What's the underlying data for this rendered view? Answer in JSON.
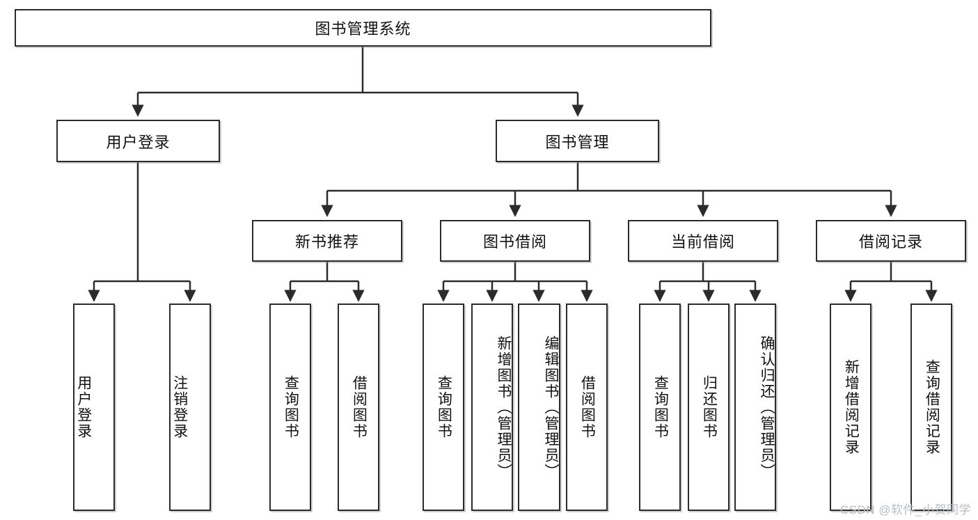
{
  "diagram": {
    "title": "图书管理系统",
    "type": "tree-hierarchy-diagram",
    "watermark": "CSDN @软件_小贺同学",
    "colors": {
      "box_border": "#2b2b2b",
      "box_fill": "#ffffff",
      "connector": "#2b2b2b",
      "text": "#111111",
      "watermark": "#b9bcc2"
    },
    "nodes": {
      "root": {
        "label": "图书管理系统",
        "level": 1,
        "orientation": "horizontal"
      },
      "level2": [
        {
          "id": "user-login",
          "label": "用户登录",
          "orientation": "horizontal"
        },
        {
          "id": "book-management",
          "label": "图书管理",
          "orientation": "horizontal"
        }
      ],
      "level3": [
        {
          "id": "new-book-recommend",
          "label": "新书推荐",
          "orientation": "horizontal"
        },
        {
          "id": "book-borrow",
          "label": "图书借阅",
          "orientation": "horizontal"
        },
        {
          "id": "current-borrow",
          "label": "当前借阅",
          "orientation": "horizontal"
        },
        {
          "id": "borrow-record",
          "label": "借阅记录",
          "orientation": "horizontal"
        }
      ],
      "leaves": {
        "user-login": [
          {
            "id": "leaf-user-login",
            "label": "用户登录",
            "orientation": "vertical"
          },
          {
            "id": "leaf-user-logout",
            "label": "注销登录",
            "orientation": "vertical"
          }
        ],
        "new-book-recommend": [
          {
            "id": "leaf-query-book-1",
            "label": "查询图书",
            "orientation": "vertical"
          },
          {
            "id": "leaf-borrow-book-1",
            "label": "借阅图书",
            "orientation": "vertical"
          }
        ],
        "book-borrow": [
          {
            "id": "leaf-query-book-2",
            "label": "查询图书",
            "orientation": "vertical"
          },
          {
            "id": "leaf-add-book",
            "label": "新增图书（管理员）",
            "orientation": "vertical"
          },
          {
            "id": "leaf-edit-book",
            "label": "编辑图书（管理员）",
            "orientation": "vertical"
          },
          {
            "id": "leaf-borrow-book-2",
            "label": "借阅图书",
            "orientation": "vertical"
          }
        ],
        "current-borrow": [
          {
            "id": "leaf-query-book-3",
            "label": "查询图书",
            "orientation": "vertical"
          },
          {
            "id": "leaf-return-book",
            "label": "归还图书",
            "orientation": "vertical"
          },
          {
            "id": "leaf-confirm-return",
            "label": "确认归还（管理员）",
            "orientation": "vertical"
          }
        ],
        "borrow-record": [
          {
            "id": "leaf-add-record",
            "label": "新增借阅记录",
            "orientation": "vertical"
          },
          {
            "id": "leaf-query-record",
            "label": "查询借阅记录",
            "orientation": "vertical"
          }
        ]
      }
    }
  }
}
